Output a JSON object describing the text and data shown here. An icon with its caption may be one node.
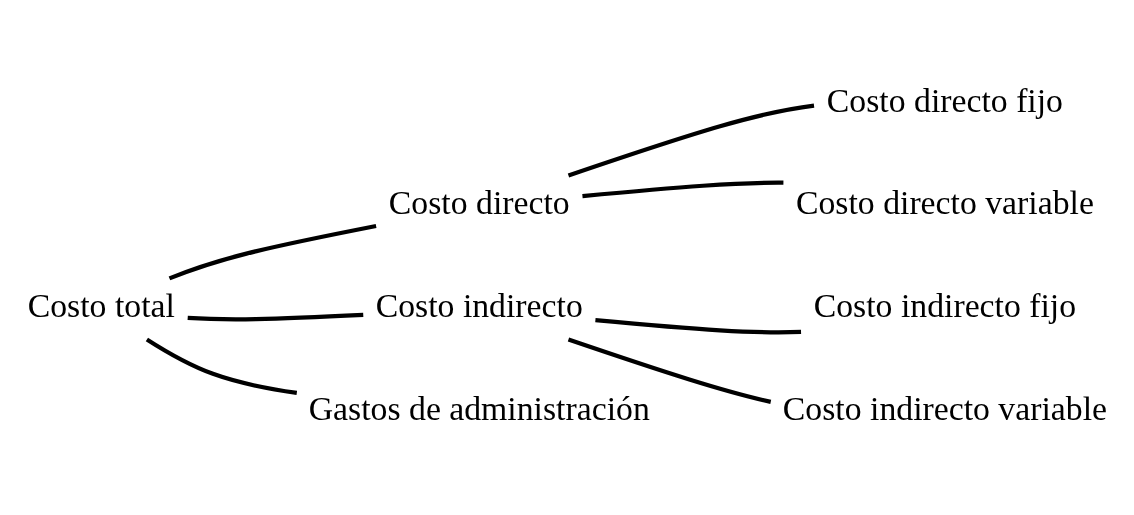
{
  "diagram": {
    "nodes": [
      {
        "text": [
          "Costo total"
        ]
      },
      {
        "text": [
          "Costo directo"
        ]
      },
      {
        "text": [
          "Costo directo fijo"
        ]
      },
      {
        "text": [
          "Costo directo variable"
        ]
      },
      {
        "text": [
          "Costo indirecto"
        ]
      },
      {
        "text": [
          "Costo indirecto fijo"
        ]
      },
      {
        "text": [
          "Costo indirecto variable"
        ]
      },
      {
        "text": [
          "Gastos de administración"
        ]
      }
    ],
    "edges": [
      {
        "from": 0,
        "to": 1,
        "arrow": "none"
      },
      {
        "from": 0,
        "to": 4,
        "arrow": "none"
      },
      {
        "from": 0,
        "to": 7,
        "arrow": "none"
      },
      {
        "from": 1,
        "to": 2,
        "arrow": "none"
      },
      {
        "from": 1,
        "to": 3,
        "arrow": "none"
      },
      {
        "from": 4,
        "to": 5,
        "arrow": "none"
      },
      {
        "from": 4,
        "to": 6,
        "arrow": "none"
      }
    ]
  }
}
